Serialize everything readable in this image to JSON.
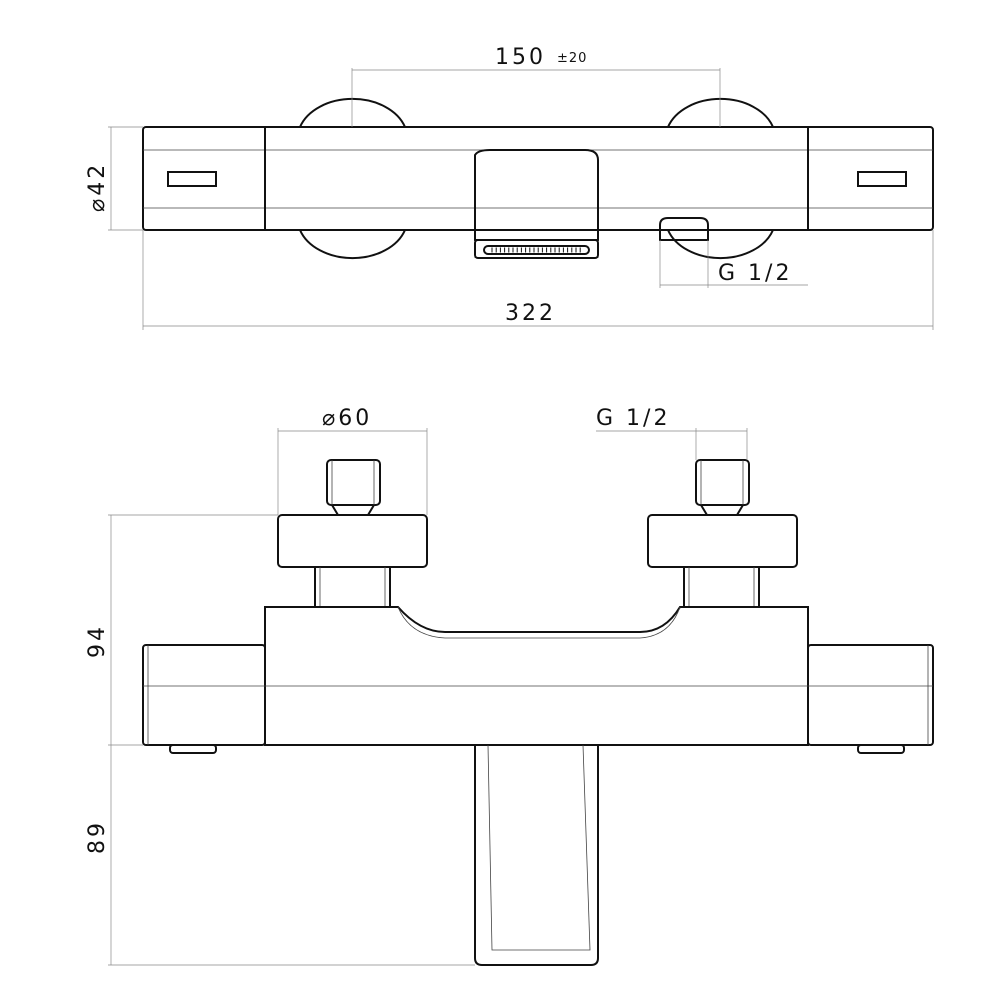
{
  "top_view": {
    "dim_spacing": {
      "value": "150",
      "tolerance": "±20"
    },
    "dim_diameter": "⌀42",
    "dim_total_width": "322",
    "dim_outlet": "G 1/2"
  },
  "front_view": {
    "dim_eccentric_diameter": "⌀60",
    "dim_inlet_thread": "G 1/2",
    "dim_height_upper": "94",
    "dim_height_lower": "89"
  }
}
